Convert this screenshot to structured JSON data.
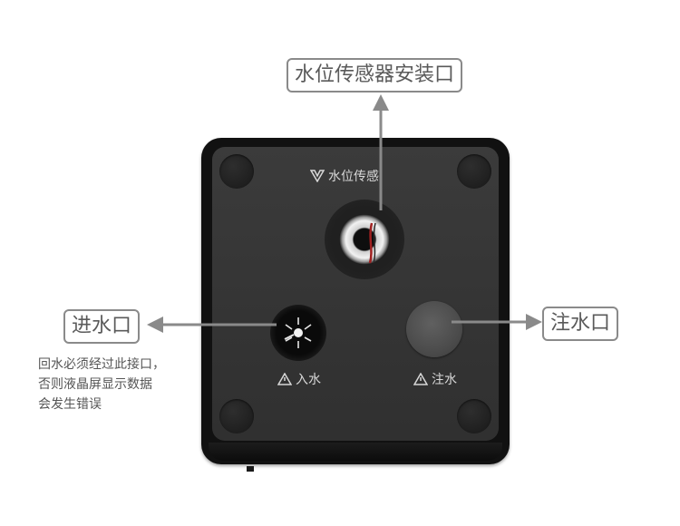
{
  "callouts": {
    "sensor_port": "水位传感器安装口",
    "inlet": "进水口",
    "fill": "注水口"
  },
  "note_lines": [
    "回水必须经过此接口，",
    "否则液晶屏显示数据",
    "会发生错误"
  ],
  "device": {
    "sensor_label": "水位传感",
    "inlet_label": "入水",
    "fill_label": "注水"
  },
  "colors": {
    "callout_border": "#8a8a8a",
    "arrow": "#8a8a8a",
    "device_body": "#111111",
    "device_face": "#3b3b3b",
    "label_text": "#d8d8d8"
  },
  "icons": {
    "sensor_label": "v-logo-icon",
    "inlet_label": "warning-triangle-icon",
    "fill_label": "warning-triangle-icon"
  }
}
